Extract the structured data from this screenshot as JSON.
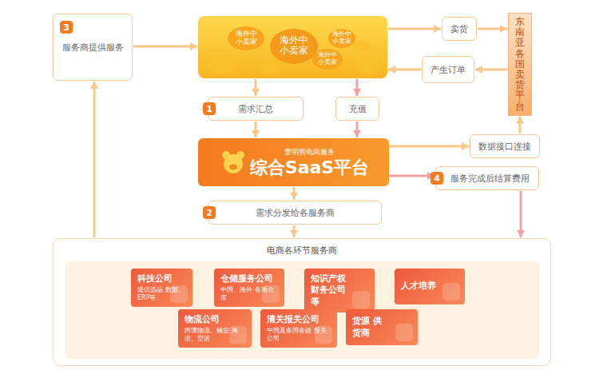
{
  "diagram": {
    "nodes": [
      {
        "text": [
          "3",
          "服务商提供服务"
        ]
      },
      {
        "text": [
          "海外中小卖家",
          "海外中小卖家",
          "海外中小卖家",
          "海外中小卖家"
        ]
      },
      {
        "text": [
          "卖货"
        ]
      },
      {
        "text": [
          "东南亚各国卖货平台"
        ]
      },
      {
        "text": [
          "产生订单"
        ]
      },
      {
        "text": [
          "1",
          "需求汇总"
        ]
      },
      {
        "text": [
          "充值"
        ]
      },
      {
        "text": [
          "壹明熊电商服务",
          "综合SaaS平台"
        ]
      },
      {
        "text": [
          "数据接口连接"
        ]
      },
      {
        "text": [
          "4",
          "服务完成后结算费用"
        ]
      },
      {
        "text": [
          "2",
          "需求分发给各服务商"
        ]
      },
      {
        "text": [
          "电商各环节服务商"
        ]
      },
      {
        "text": [
          "科技公司",
          "提供选品 数据、ERP等"
        ],
        "in": 11
      },
      {
        "text": [
          "仓储服务公司",
          "中国、海外 各地仓库"
        ],
        "in": 11
      },
      {
        "text": [
          "知识产权 财务公司等"
        ],
        "in": 11
      },
      {
        "text": [
          "人才培养"
        ],
        "in": 11
      },
      {
        "text": [
          "物流公司",
          "跨境物流、铺货 海运、空运"
        ],
        "in": 11
      },
      {
        "text": [
          "清关报关公司",
          "中国及各国各级 报关公司"
        ],
        "in": 11
      },
      {
        "text": [
          "货源 供货商"
        ],
        "in": 11
      }
    ],
    "edges": [
      {
        "from": 0,
        "to": 1,
        "arrow": "to"
      },
      {
        "from": 1,
        "to": 2,
        "arrow": "to"
      },
      {
        "from": 2,
        "to": 3,
        "arrow": "to"
      },
      {
        "from": 3,
        "to": 4,
        "arrow": "to"
      },
      {
        "from": 4,
        "to": 1,
        "arrow": "to"
      },
      {
        "from": 1,
        "to": 5,
        "arrow": "to"
      },
      {
        "from": 5,
        "to": 7,
        "arrow": "to"
      },
      {
        "from": 1,
        "to": 6,
        "arrow": "to"
      },
      {
        "from": 6,
        "to": 7,
        "arrow": "to"
      },
      {
        "from": 7,
        "to": 8,
        "arrow": "to"
      },
      {
        "from": 8,
        "to": 3,
        "arrow": "to"
      },
      {
        "from": 7,
        "to": 9,
        "arrow": "to"
      },
      {
        "from": 9,
        "to": 11,
        "arrow": "to"
      },
      {
        "from": 7,
        "to": 10,
        "arrow": "to"
      },
      {
        "from": 10,
        "to": 11,
        "arrow": "to"
      },
      {
        "from": 11,
        "to": 0,
        "arrow": "to"
      }
    ]
  }
}
